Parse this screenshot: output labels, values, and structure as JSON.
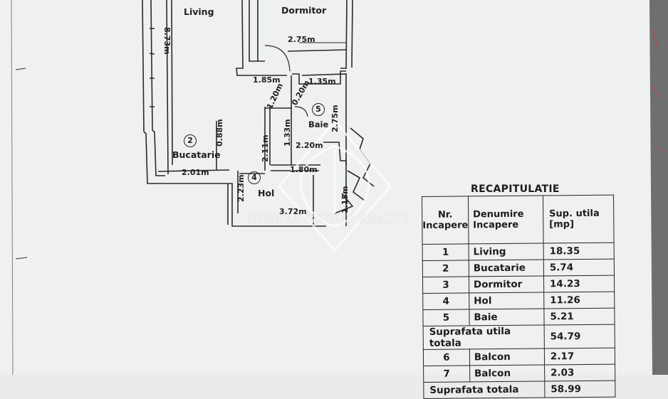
{
  "rooms": {
    "living": {
      "name": "Living",
      "num": ""
    },
    "dormitor": {
      "name": "Dormitor"
    },
    "bucatarie": {
      "name": "Bucatarie",
      "num": "2"
    },
    "hol": {
      "name": "Hol",
      "num": "4"
    },
    "baie": {
      "name": "Baie",
      "num": "5"
    }
  },
  "dimensions": {
    "d_873": "8.73m",
    "d_275h": "2.75m",
    "d_185": "1.85m",
    "d_135": "1.35m",
    "d_120": "1.20m",
    "d_020": "0.20m",
    "d_275v": "2.75m",
    "d_088": "0.88m",
    "d_201": "2.01m",
    "d_211": "2.11m",
    "d_133": "1.33m",
    "d_220": "2.20m",
    "d_180": "1.80m",
    "d_223": "2.23m",
    "d_372": "3.72m",
    "d_115": "1.15m"
  },
  "watermark": {
    "text": "INNEXA GROUP REALTY"
  },
  "recap": {
    "title": "RECAPITULATIE",
    "headers": {
      "nr": "Nr. Incapere",
      "name": "Denumire Incapere",
      "area": "Sup. utila [mp]"
    },
    "rows": [
      {
        "nr": "1",
        "name": "Living",
        "area": "18.35"
      },
      {
        "nr": "2",
        "name": "Bucatarie",
        "area": "5.74"
      },
      {
        "nr": "3",
        "name": "Dormitor",
        "area": "14.23"
      },
      {
        "nr": "4",
        "name": "Hol",
        "area": "11.26"
      },
      {
        "nr": "5",
        "name": "Baie",
        "area": "5.21"
      }
    ],
    "subtotal": {
      "label": "Suprafata utila totala",
      "area": "54.79"
    },
    "balconies": [
      {
        "nr": "6",
        "name": "Balcon",
        "area": "2.17"
      },
      {
        "nr": "7",
        "name": "Balcon",
        "area": "2.03"
      }
    ],
    "total": {
      "label": "Suprafata totala",
      "area": "58.99"
    }
  }
}
